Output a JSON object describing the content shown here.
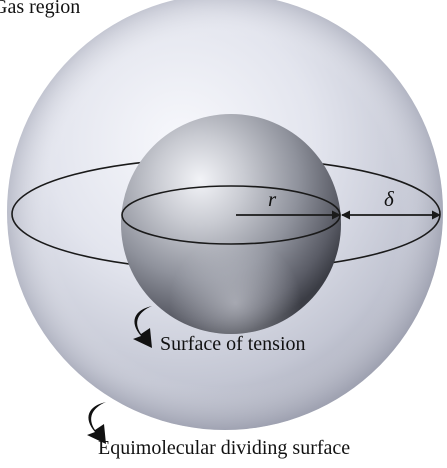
{
  "labels": {
    "gas_region": "Gas region",
    "surface_of_tension": "Surface of tension",
    "equimolecular_surface": "Equimolecular dividing surface"
  },
  "symbols": {
    "radius": "r",
    "thickness": "δ"
  },
  "colors": {
    "outer_sphere_light": "#f7f8fc",
    "outer_sphere_mid": "#d7d9e4",
    "outer_sphere_dark": "#a9acbb",
    "inner_sphere_light": "#eef0f4",
    "inner_sphere_mid": "#a7aab3",
    "inner_sphere_dark": "#3f4149",
    "lines": "#1a1a1a"
  }
}
